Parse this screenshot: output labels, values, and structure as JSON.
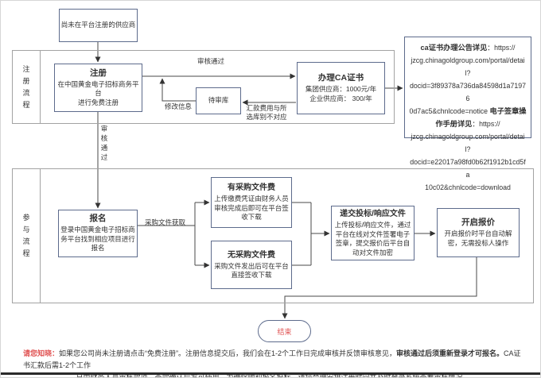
{
  "colors": {
    "box_border": "#5d6b8c",
    "lane_border": "#a3a3a3",
    "connector": "#4a4a4a",
    "text": "#333333",
    "accent_red": "#e05454"
  },
  "lanes": {
    "lane1_label": "注册流程",
    "lane2_label": "参与流程"
  },
  "nodes": {
    "start": {
      "label": "尚未在平台注册的供应商"
    },
    "register": {
      "title": "注册",
      "body": "在中国黄金电子招标商务平台\n进行免费注册"
    },
    "pending": {
      "label": "待审库"
    },
    "ca": {
      "title": "办理CA证书",
      "line1": "集团供应商：1000元/年",
      "line2": "企业供应商：  300/年"
    },
    "signup": {
      "title": "报名",
      "body": "登录中国黄金电子招标商\n务平台找到相应项目进行\n报名"
    },
    "fee_yes": {
      "title": "有采购文件费",
      "body": "上传缴费凭证由财务人员\n审核完成后即可在平台签\n收下载"
    },
    "fee_no": {
      "title": "无采购文件费",
      "body": "采购文件发出后可在平台\n直接签收下载"
    },
    "submit": {
      "title": "递交投标/响应文件",
      "body": "上传投标/响应文件，通过\n平台在线对文件签署电子\n签章，提交报价后平台自\n动对文件加密"
    },
    "openbid": {
      "title": "开启报价",
      "body": "开启报价时平台自动解\n密，无需投标人操作"
    },
    "end": {
      "label": "结束"
    }
  },
  "info_box": {
    "p1_bold": "ca证书办理公告详见",
    "p1_rest": "：https://\njzcg.chinagoldgroup.com/portal/detail?\ndocid=3f89378a736da84598d1a71976\n0d7ac5&chnlcode=notice",
    "p2_bold": "电子签章操作手册详见",
    "p2_rest": "：https://\njzcg.chinagoldgroup.com/portal/detail?\ndocid=e22017a98fd0b62f1912b1cd5fa\n10c02&chnlcode=download"
  },
  "edge_labels": {
    "approve_top": "审核通过",
    "modify": "修改信息",
    "remit_mismatch": "汇款费用与所\n选库别不对应",
    "approve_vertical": "审核通过",
    "fetch_docs": "采购文件获取"
  },
  "footer": {
    "prefix": "请您知晓：",
    "part1": "如果您公司尚未注册请点击“免费注册”。注册信息提交后，我们会在1-2个工作日完成审核并反馈审核意见，",
    "bold": "审核通过后须重新登录才可报名。",
    "part2": "CA证书汇款后需1-2个工作",
    "line2": "日由财务人员审核款项，查款确认后方可使用。为确保顺利报名投标，请您合理安排注册时间并及时登录系统查看审核情况。"
  }
}
